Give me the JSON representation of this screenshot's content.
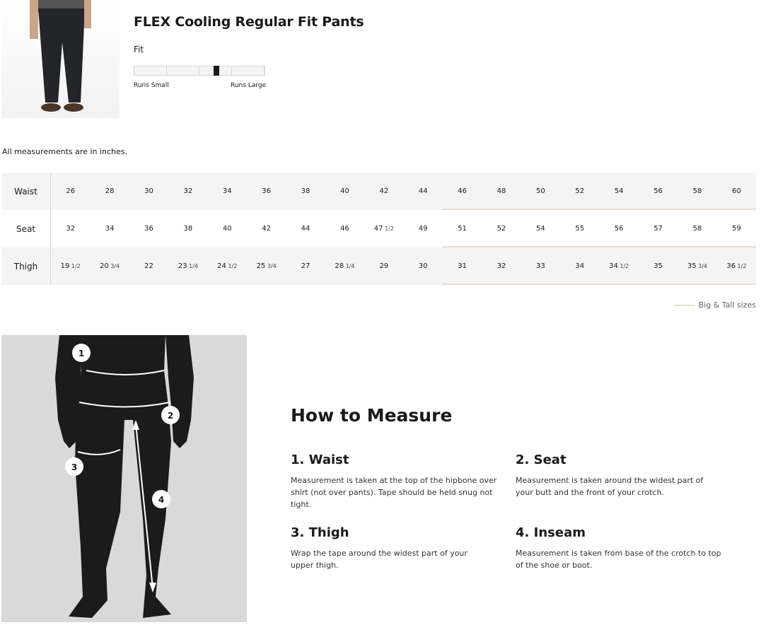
{
  "product": {
    "title": "FLEX Cooling Regular Fit Pants",
    "image_alt": "pants"
  },
  "fit": {
    "label": "Fit",
    "min_label": "Runs Small",
    "max_label": "Runs Large",
    "position": 0.63,
    "segments": 4
  },
  "units_note": "All measurements are in inches.",
  "table": {
    "big_tall_start_index": 10,
    "rows": [
      {
        "label": "Waist",
        "values": [
          "26",
          "28",
          "30",
          "32",
          "34",
          "36",
          "38",
          "40",
          "42",
          "44",
          "46",
          "48",
          "50",
          "52",
          "54",
          "56",
          "58",
          "60"
        ]
      },
      {
        "label": "Seat",
        "values": [
          "32",
          "34",
          "36",
          "38",
          "40",
          "42",
          "44",
          "46",
          "47 1/2",
          "49",
          "51",
          "52",
          "54",
          "55",
          "56",
          "57",
          "58",
          "59"
        ]
      },
      {
        "label": "Thigh",
        "values": [
          "19 1/2",
          "20 3/4",
          "22",
          "23 1/4",
          "24 1/2",
          "25 3/4",
          "27",
          "28 1/4",
          "29",
          "30",
          "31",
          "32",
          "33",
          "34",
          "34 1/2",
          "35",
          "35 3/4",
          "36 1/2"
        ]
      }
    ]
  },
  "legend": {
    "label": "Big & Tall sizes",
    "color": "#e6dfcc"
  },
  "figure": {
    "markers": [
      "1",
      "2",
      "3",
      "4"
    ]
  },
  "how_to": {
    "title": "How to Measure",
    "sections": [
      {
        "heading": "1. Waist",
        "text": "Measurement is taken at the top of the hipbone over shirt (not over pants). Tape should be held snug not tight."
      },
      {
        "heading": "2. Seat",
        "text": "Measurement is taken around the widest part of your butt and the front of your crotch."
      },
      {
        "heading": "3. Thigh",
        "text": "Wrap the tape around the widest part of your upper thigh."
      },
      {
        "heading": "4. Inseam",
        "text": "Measurement is taken from base of the crotch to top of the shoe or boot."
      }
    ]
  }
}
